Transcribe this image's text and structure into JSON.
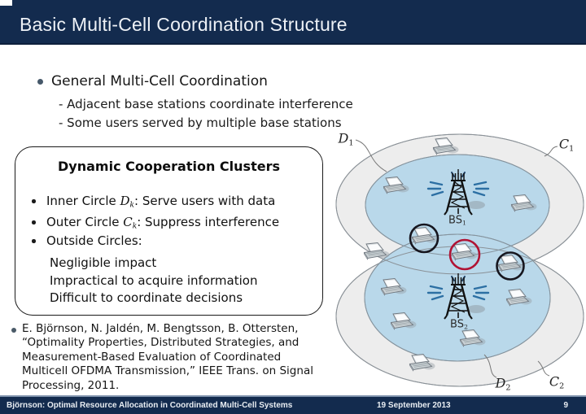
{
  "title": "Basic Multi-Cell Coordination Structure",
  "content": {
    "heading": "General Multi-Cell Coordination",
    "subpoints": [
      "- Adjacent base stations coordinate interference",
      "- Some users served by multiple base stations"
    ]
  },
  "box": {
    "title": "Dynamic Cooperation Clusters",
    "items": [
      {
        "pre": "Inner Circle ",
        "cal": "D",
        "sub": "k",
        "post": ": Serve users with data"
      },
      {
        "pre": "Outer Circle ",
        "cal": "C",
        "sub": "k",
        "post": ": Suppress interference"
      },
      {
        "pre": "Outside Circles:",
        "cal": "",
        "sub": "",
        "post": ""
      }
    ],
    "notes": [
      "Negligible impact",
      "Impractical to acquire information",
      "Difficult to coordinate decisions"
    ]
  },
  "reference": {
    "text": "E. Björnson, N. Jaldén, M. Bengtsson, B. Ottersten, “Optimality Properties, Distributed Strategies, and Measurement-Based Evaluation of Coordinated Multicell OFDMA Transmission,” IEEE Trans. on Signal Processing, 2011."
  },
  "footer": {
    "left": "Björnson: Optimal Resource Allocation in Coordinated Multi-Cell Systems",
    "date": "19 September 2013",
    "page": "9"
  },
  "diagram": {
    "labels": {
      "d1": {
        "letter": "D",
        "sub": "1"
      },
      "c1": {
        "letter": "C",
        "sub": "1"
      },
      "d2": {
        "letter": "D",
        "sub": "2"
      },
      "c2": {
        "letter": "C",
        "sub": "2"
      },
      "bs1": {
        "letter": "BS",
        "sub": "1"
      },
      "bs2": {
        "letter": "BS",
        "sub": "2"
      }
    },
    "colors": {
      "inner_cell_blue": "#b9d8ea",
      "outer_ring_gray": "#ededed",
      "ellipse_stroke": "#85939d",
      "highlight_red": "#b01334",
      "highlight_black": "#16161f",
      "signal_blue": "#2c6fa3",
      "title_navy": "#132b4e"
    }
  }
}
